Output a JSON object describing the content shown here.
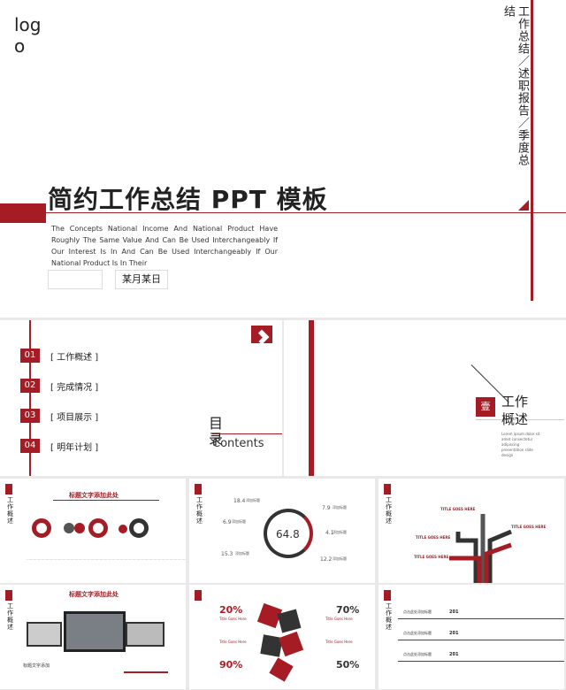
{
  "hero": {
    "logo": "logo",
    "vertical_text": "工作总结／述职报告／季度总结",
    "title": "简约工作总结 PPT 模板",
    "description": "The Concepts National Income And National Product Have Roughly The Same Value And Can Be Used Interchangeably If Our Interest Is In And Can Be Used Interchangeably If Our National Product Is In Their",
    "date_label": "某月某日"
  },
  "toc": {
    "items": [
      {
        "num": "01",
        "label": "[ 工作概述 ]"
      },
      {
        "num": "02",
        "label": "[ 完成情况 ]"
      },
      {
        "num": "03",
        "label": "[ 项目展示 ]"
      },
      {
        "num": "04",
        "label": "[ 明年计划 ]"
      }
    ],
    "mulu": "目录",
    "contents": "Contents"
  },
  "section": {
    "badge": "壹",
    "title": "工作概述",
    "text": "Lorem ipsum dolor sit amet consectetur adipiscing presentation slide design"
  },
  "common": {
    "vertical_label": "工作概述"
  },
  "s1": {
    "heading": "标题文字添加此处"
  },
  "s2": {
    "center": "64.8",
    "stats": [
      {
        "v": "18.4",
        "t": "添加标题"
      },
      {
        "v": "6.9",
        "t": "添加标题"
      },
      {
        "v": "15.3",
        "t": "添加标题"
      },
      {
        "v": "7.9",
        "t": "添加标题"
      },
      {
        "v": "4.1",
        "t": "添加标题"
      },
      {
        "v": "12.2",
        "t": "添加标题"
      }
    ]
  },
  "s3": {
    "labels": [
      "TITLE GOES HERE",
      "TITLE GOES HERE",
      "TITLE GOES HERE",
      "TITLE GOES HERE"
    ]
  },
  "s4": {
    "heading": "标题文字添加此处",
    "sub": "标题文字添加"
  },
  "s5": {
    "p1": "20%",
    "p2": "70%",
    "p3": "90%",
    "p4": "50%",
    "t1": "Title Goes Here",
    "t2": "Title Goes Here",
    "t3": "Title Goes Here",
    "t4": "Title Goes Here"
  },
  "s6": {
    "rows": [
      {
        "label": "点击此处添加标题",
        "year": "201"
      },
      {
        "label": "点击此处添加标题",
        "year": "201"
      },
      {
        "label": "点击此处添加标题",
        "year": "201"
      }
    ]
  }
}
